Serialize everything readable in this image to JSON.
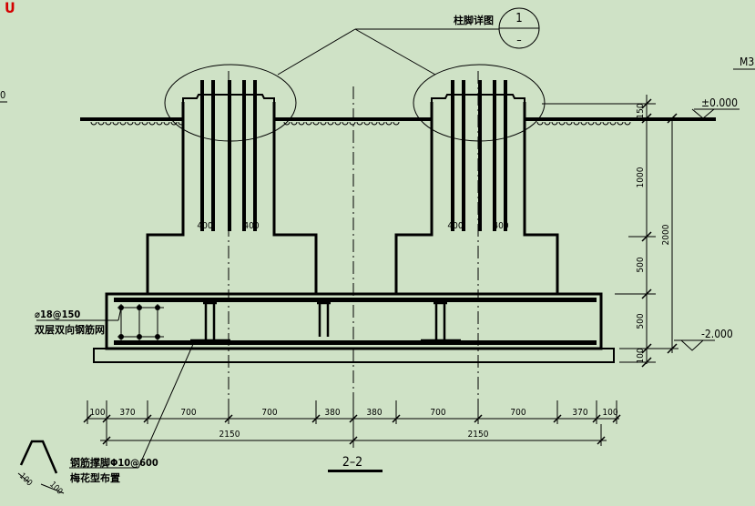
{
  "header": {
    "detail_label": "柱脚详图",
    "detail_number": "1",
    "detail_sheet": "–"
  },
  "edge_labels": {
    "top_right": "M3",
    "left_edge": "0",
    "top_left_mark": "U"
  },
  "elevations": {
    "top": "±0.000",
    "bottom": "-2.000"
  },
  "vertical_dims": {
    "d150": "150",
    "d1000": "1000",
    "d2000": "2000",
    "d500_upper": "500",
    "d500_lower": "500",
    "d100": "100"
  },
  "pier_width_labels": {
    "left_a": "400",
    "left_b": "400",
    "right_a": "400",
    "right_b": "400"
  },
  "horizontal_dims": {
    "left": [
      "100",
      "370",
      "700",
      "700",
      "380"
    ],
    "right": [
      "380",
      "700",
      "700",
      "370",
      "100"
    ],
    "totals": [
      "2150",
      "2150"
    ]
  },
  "annotations": {
    "rebar_spec": "⌀18@150",
    "rebar_desc": "双层双向钢筋网",
    "support_spec": "钢筋撑脚Φ10@600",
    "support_desc": "梅花型布置",
    "small_dim_a": "100",
    "small_dim_b": "100"
  },
  "section_label": "2–2"
}
